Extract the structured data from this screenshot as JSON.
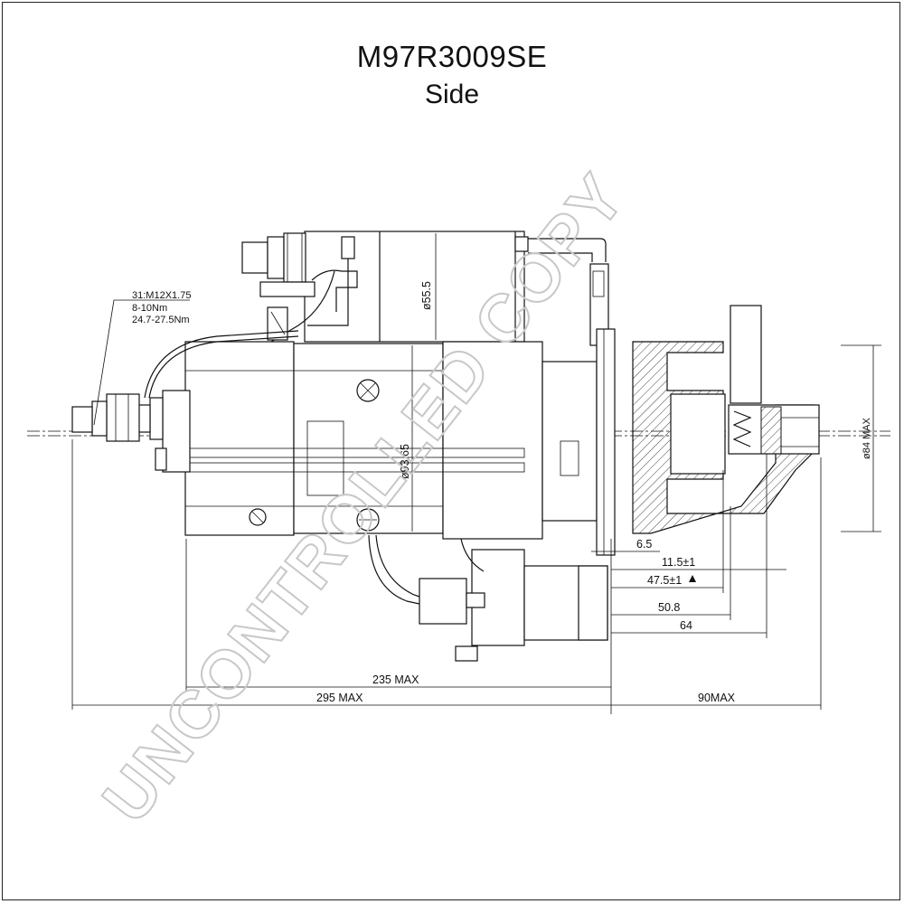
{
  "drawing": {
    "part_number": "M97R3009SE",
    "view": "Side"
  },
  "watermark": "UNCONTROLLED COPY",
  "annotations": {
    "thread_spec": "31:M12X1.75",
    "torque_1": "8-10Nm",
    "torque_2": "24.7-27.5Nm"
  },
  "dimensions": {
    "solenoid_dia": "ø55.5",
    "body_dia": "ø93.65",
    "pinion_dia": "ø84 MAX",
    "d_6_5": "6.5",
    "d_11_5": "11.5±1",
    "d_47_5": "47.5±1",
    "d_50_8": "50.8",
    "d_64": "64",
    "d_235": "235 MAX",
    "d_295": "295 MAX",
    "d_90": "90MAX"
  },
  "colors": {
    "line": "#111111",
    "watermark": "#c8c8c8",
    "background": "#ffffff"
  }
}
